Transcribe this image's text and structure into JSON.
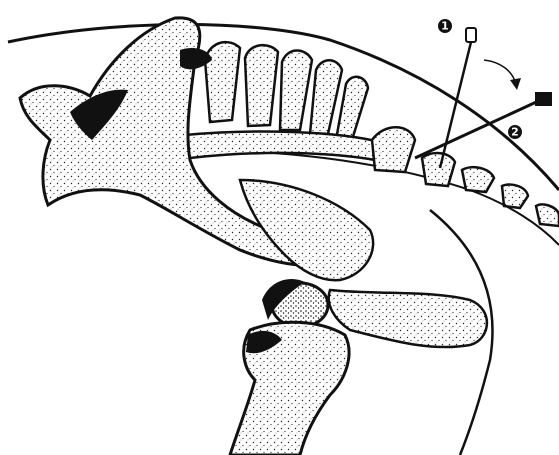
{
  "figure": {
    "subject": "lumbosacral-spine-pelvis-lateral-view",
    "ink_color": "#111111",
    "paper_color": "#ffffff",
    "markers": [
      {
        "label": "1",
        "meaning": "needle-position-1"
      },
      {
        "label": "2",
        "meaning": "needle-position-2"
      }
    ]
  }
}
